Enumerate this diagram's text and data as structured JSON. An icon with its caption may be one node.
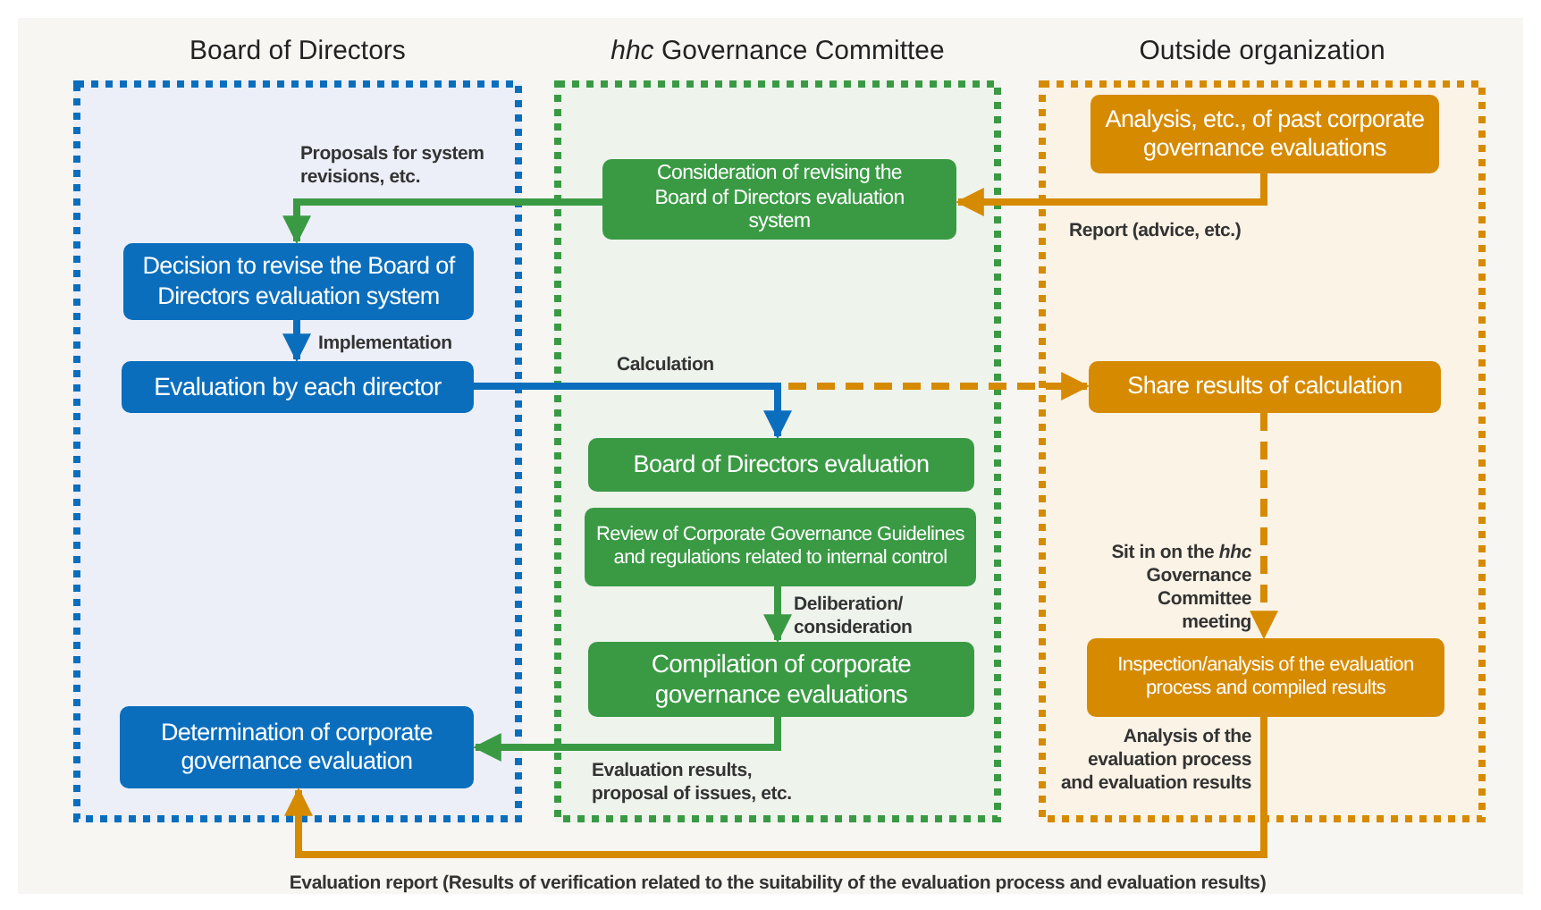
{
  "diagram": {
    "nodes": [
      {
        "text": [
          "Board of Directors"
        ]
      },
      {
        "text": [
          "*hhc* Governance Committee"
        ]
      },
      {
        "text": [
          "Outside organization"
        ]
      },
      {
        "text": [
          "Decision to revise the Board of Directors evaluation system"
        ],
        "in": 0
      },
      {
        "text": [
          "Evaluation by each director"
        ],
        "in": 0
      },
      {
        "text": [
          "Determination of corporate governance evaluation"
        ],
        "in": 0
      },
      {
        "text": [
          "Consideration of revising the Board of Directors evaluation system"
        ],
        "in": 1
      },
      {
        "text": [
          "Board of Directors evaluation"
        ],
        "in": 1
      },
      {
        "text": [
          "Review of Corporate Governance Guidelines and regulations related to internal control"
        ],
        "in": 1
      },
      {
        "text": [
          "Compilation of corporate governance evaluations"
        ],
        "in": 1
      },
      {
        "text": [
          "Analysis, etc., of past corporate governance evaluations"
        ],
        "in": 2
      },
      {
        "text": [
          "Share results of calculation"
        ],
        "in": 2
      },
      {
        "text": [
          "Inspection/analysis of the evaluation process and compiled results"
        ],
        "in": 2
      }
    ],
    "edges": [
      {
        "from": 6,
        "to": 3,
        "arrow": "to",
        "label": "Proposals for system revisions, etc.",
        "color": "#3a9a44"
      },
      {
        "from": 10,
        "to": 6,
        "arrow": "to",
        "label": "Report (advice, etc.)",
        "color": "#d68a00"
      },
      {
        "from": 3,
        "to": 4,
        "arrow": "to",
        "label": "Implementation",
        "color": "#0a6ebd"
      },
      {
        "from": 4,
        "to": 7,
        "arrow": "to",
        "label": "Calculation",
        "color": "#0a6ebd"
      },
      {
        "from": 4,
        "to": 11,
        "arrow": "to",
        "style": "dashed",
        "color": "#d68a00"
      },
      {
        "from": 11,
        "to": 12,
        "arrow": "to",
        "style": "dashed",
        "label": "Sit in on the *hhc* Governance Committee meeting",
        "color": "#d68a00"
      },
      {
        "from": 8,
        "to": 9,
        "arrow": "to",
        "label": "Deliberation/ consideration",
        "color": "#3a9a44"
      },
      {
        "from": 9,
        "to": 5,
        "arrow": "to",
        "label": "Evaluation results, proposal of issues, etc.",
        "color": "#3a9a44"
      },
      {
        "from": 12,
        "to": 5,
        "arrow": "to",
        "label": "Evaluation report (Results of verification related to the suitability of the evaluation process and evaluation results)",
        "color": "#d68a00"
      }
    ],
    "labels": [
      "Analysis of the evaluation process and evaluation results"
    ]
  }
}
